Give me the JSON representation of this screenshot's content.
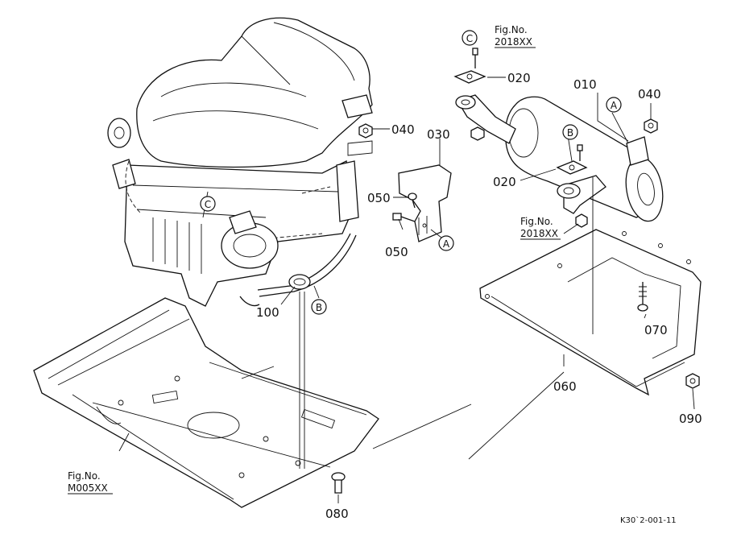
{
  "callouts": {
    "p010": "010",
    "p020a": "020",
    "p020b": "020",
    "p030": "030",
    "p040a": "040",
    "p040b": "040",
    "p050a": "050",
    "p050b": "050",
    "p060": "060",
    "p070": "070",
    "p080": "080",
    "p090": "090",
    "p100": "100"
  },
  "ref_markers": {
    "a1": "A",
    "a2": "A",
    "b1": "B",
    "b2": "B",
    "c1": "C",
    "c2": "C"
  },
  "fig_refs": {
    "top_label": "Fig.No.",
    "top_no": "2018XX",
    "mid_label": "Fig.No.",
    "mid_no": "2018XX",
    "bot_label": "Fig.No.",
    "bot_no": "M005XX"
  },
  "drawing_code": "K30`2-001-11"
}
